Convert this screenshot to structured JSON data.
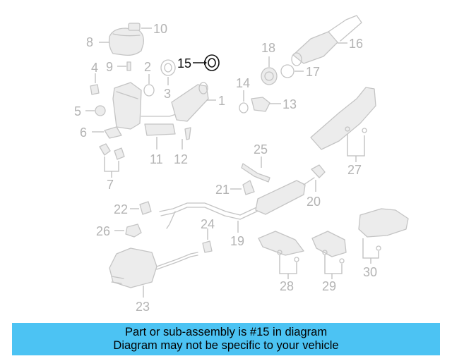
{
  "callouts": {
    "c1": "1",
    "c2": "2",
    "c3": "3",
    "c4": "4",
    "c5": "5",
    "c6": "6",
    "c7": "7",
    "c8": "8",
    "c9": "9",
    "c10": "10",
    "c11": "11",
    "c12": "12",
    "c13": "13",
    "c14": "14",
    "c15": "15",
    "c16": "16",
    "c17": "17",
    "c18": "18",
    "c19": "19",
    "c20": "20",
    "c21": "21",
    "c22": "22",
    "c23": "23",
    "c24": "24",
    "c25": "25",
    "c26": "26",
    "c27": "27",
    "c28": "28",
    "c29": "29",
    "c30": "30"
  },
  "highlighted_part": "15",
  "banner": {
    "line1": "Part or sub-assembly is #15 in diagram",
    "line2": "Diagram may not be specific to your vehicle",
    "color": "#4cc3f3"
  }
}
